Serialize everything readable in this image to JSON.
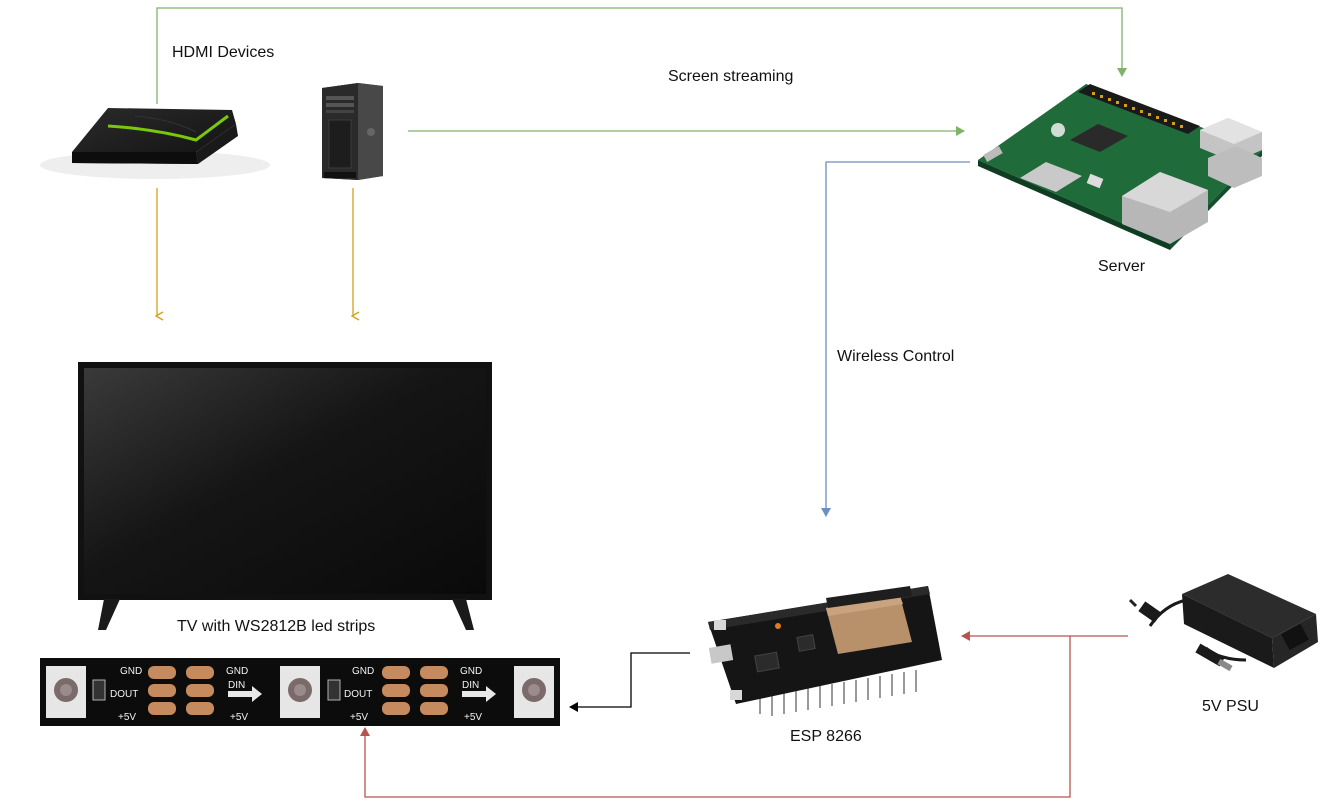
{
  "labels": {
    "hdmi_devices": "HDMI Devices",
    "screen_streaming": "Screen streaming",
    "server": "Server",
    "wireless_control": "Wireless Control",
    "tv": "TV with WS2812B led strips",
    "esp": "ESP 8266",
    "psu": "5V PSU"
  },
  "strip_markings": {
    "gnd": "GND",
    "din": "DIN",
    "dout": "DOUT",
    "plus5v": "+5V"
  },
  "colors": {
    "hdmi_arrow": "#d6a21e",
    "streaming_arrow": "#7fb26a",
    "wireless_arrow": "#6d8fbf",
    "power_arrow": "#b85450",
    "data_arrow": "#000000"
  },
  "icons": [
    "media-box-icon",
    "desktop-pc-icon",
    "raspberry-pi-icon",
    "tv-icon",
    "led-strip-icon",
    "esp8266-board-icon",
    "power-supply-icon"
  ]
}
